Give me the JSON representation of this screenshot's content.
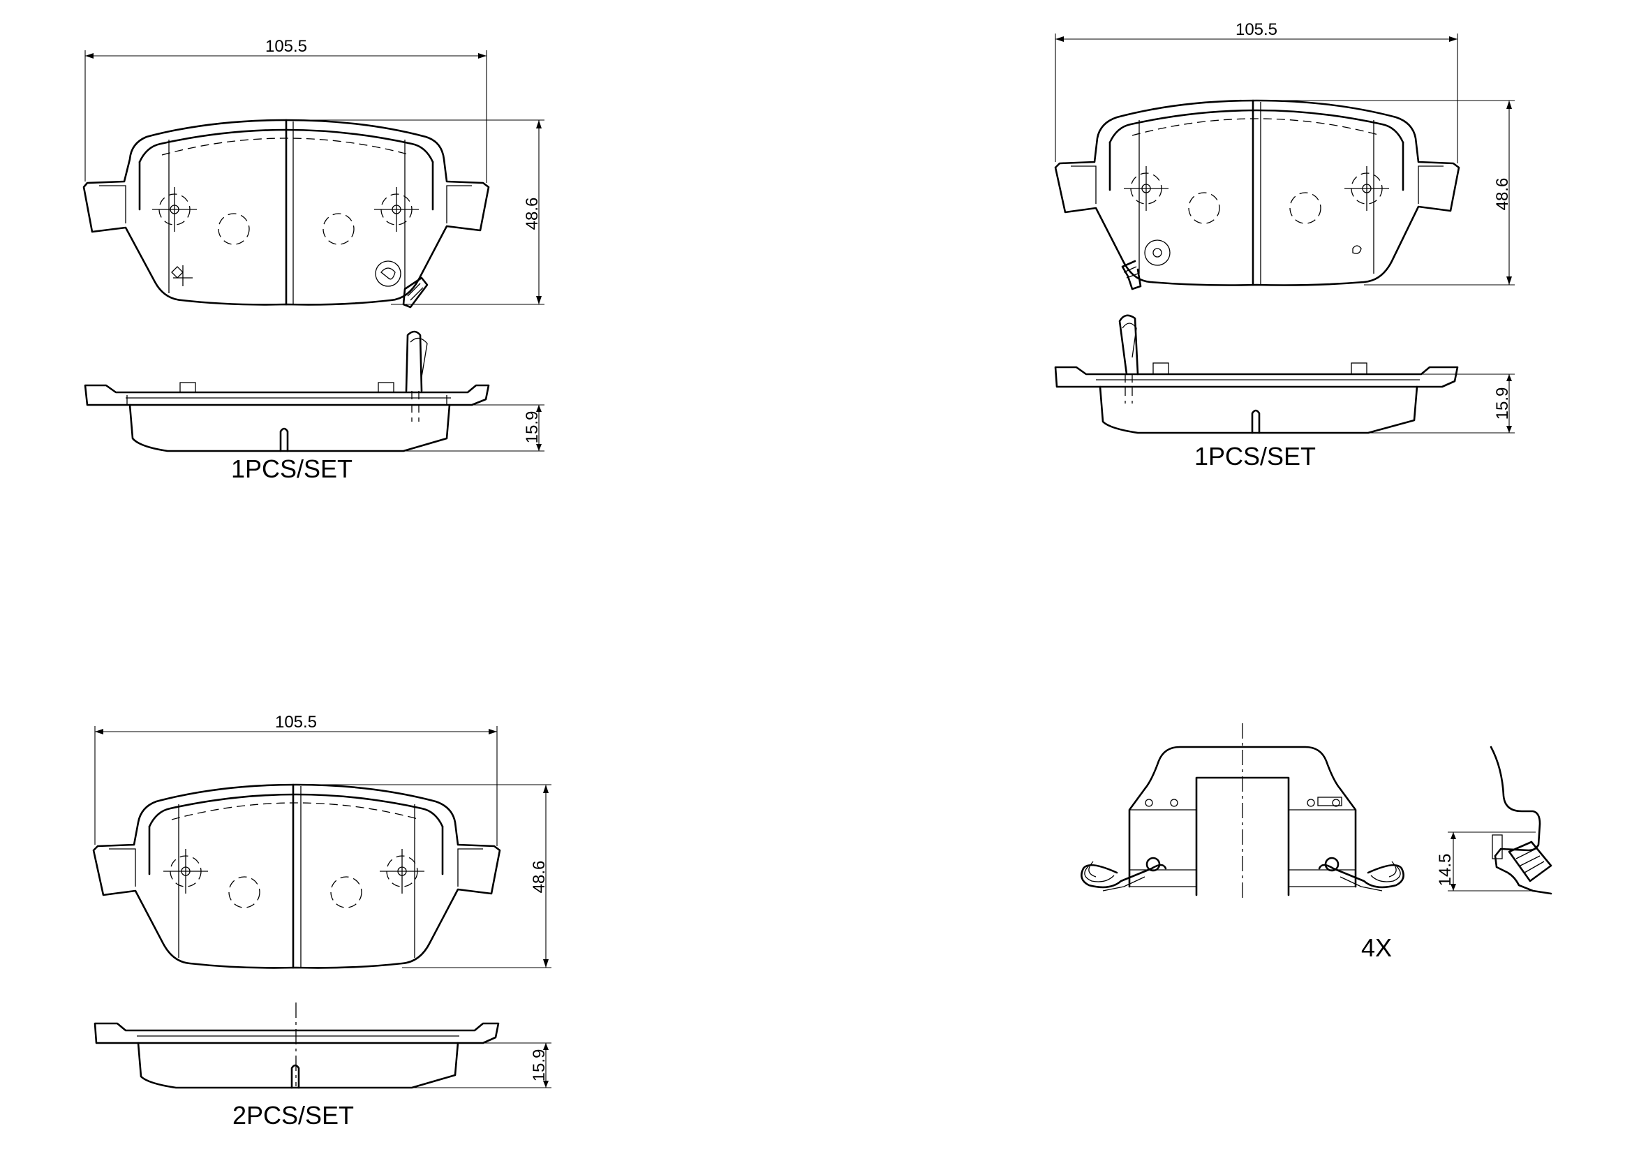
{
  "pad_sets": [
    {
      "width_dim": "105.5",
      "height_dim": "48.6",
      "thickness_dim": "15.9",
      "label": "1PCS/SET"
    },
    {
      "width_dim": "105.5",
      "height_dim": "48.6",
      "thickness_dim": "15.9",
      "label": "1PCS/SET"
    },
    {
      "width_dim": "105.5",
      "height_dim": "48.6",
      "thickness_dim": "15.9",
      "label": "2PCS/SET"
    }
  ],
  "clip": {
    "height_dim": "14.5",
    "quantity_label": "4X"
  }
}
